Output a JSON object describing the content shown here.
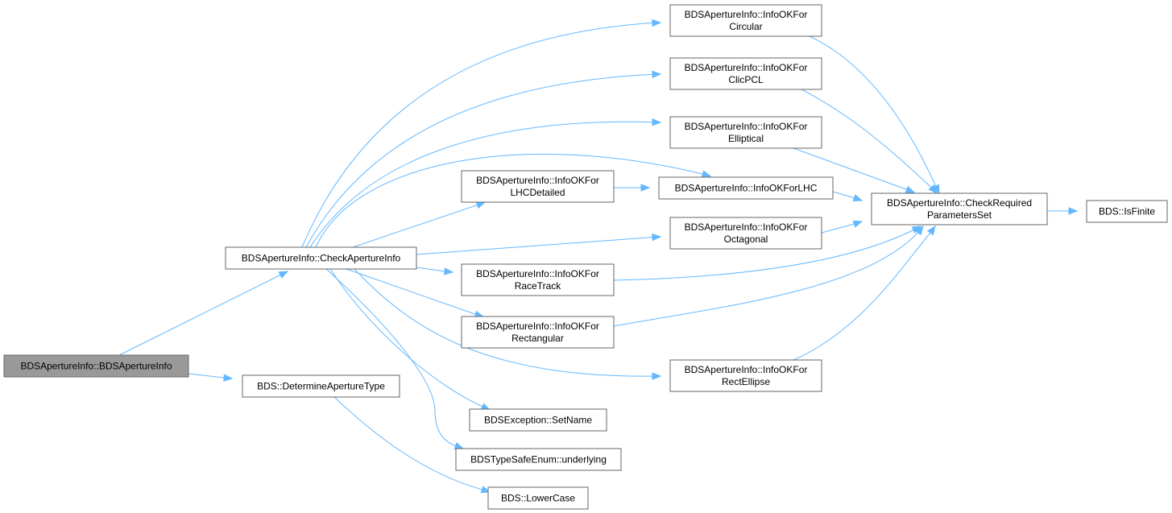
{
  "nodes": {
    "root": {
      "lines": [
        "BDSApertureInfo::BDSApertureInfo"
      ]
    },
    "check": {
      "lines": [
        "BDSApertureInfo::CheckApertureInfo"
      ]
    },
    "determine": {
      "lines": [
        "BDS::DetermineApertureType"
      ]
    },
    "circular": {
      "lines": [
        "BDSApertureInfo::InfoOKFor",
        "Circular"
      ]
    },
    "clicpcl": {
      "lines": [
        "BDSApertureInfo::InfoOKFor",
        "ClicPCL"
      ]
    },
    "elliptical": {
      "lines": [
        "BDSApertureInfo::InfoOKFor",
        "Elliptical"
      ]
    },
    "lhcdetailed": {
      "lines": [
        "BDSApertureInfo::InfoOKFor",
        "LHCDetailed"
      ]
    },
    "lhc": {
      "lines": [
        "BDSApertureInfo::InfoOKForLHC"
      ]
    },
    "octagonal": {
      "lines": [
        "BDSApertureInfo::InfoOKFor",
        "Octagonal"
      ]
    },
    "racetrack": {
      "lines": [
        "BDSApertureInfo::InfoOKFor",
        "RaceTrack"
      ]
    },
    "rectangular": {
      "lines": [
        "BDSApertureInfo::InfoOKFor",
        "Rectangular"
      ]
    },
    "rectellipse": {
      "lines": [
        "BDSApertureInfo::InfoOKFor",
        "RectEllipse"
      ]
    },
    "setname": {
      "lines": [
        "BDSException::SetName"
      ]
    },
    "underlying": {
      "lines": [
        "BDSTypeSafeEnum::underlying"
      ]
    },
    "lowercase": {
      "lines": [
        "BDS::LowerCase"
      ]
    },
    "checkreq": {
      "lines": [
        "BDSApertureInfo::CheckRequired",
        "ParametersSet"
      ]
    },
    "isfinite": {
      "lines": [
        "BDS::IsFinite"
      ]
    }
  },
  "edges": [
    [
      "root",
      "check"
    ],
    [
      "root",
      "determine"
    ],
    [
      "check",
      "circular"
    ],
    [
      "check",
      "clicpcl"
    ],
    [
      "check",
      "elliptical"
    ],
    [
      "check",
      "lhc"
    ],
    [
      "check",
      "lhcdetailed"
    ],
    [
      "check",
      "octagonal"
    ],
    [
      "check",
      "racetrack"
    ],
    [
      "check",
      "rectangular"
    ],
    [
      "check",
      "rectellipse"
    ],
    [
      "check",
      "setname"
    ],
    [
      "check",
      "underlying"
    ],
    [
      "determine",
      "lowercase"
    ],
    [
      "lhcdetailed",
      "lhc"
    ],
    [
      "circular",
      "checkreq"
    ],
    [
      "clicpcl",
      "checkreq"
    ],
    [
      "elliptical",
      "checkreq"
    ],
    [
      "lhc",
      "checkreq"
    ],
    [
      "octagonal",
      "checkreq"
    ],
    [
      "racetrack",
      "checkreq"
    ],
    [
      "rectangular",
      "checkreq"
    ],
    [
      "rectellipse",
      "checkreq"
    ],
    [
      "checkreq",
      "isfinite"
    ]
  ],
  "colors": {
    "edge": "#63b8ff",
    "node_border": "#666666",
    "root_fill": "#999999"
  }
}
